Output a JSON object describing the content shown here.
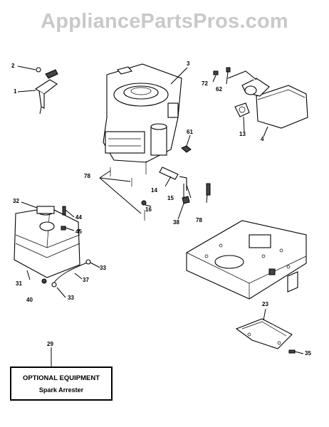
{
  "watermark": "AppliancePartsPros.com",
  "callouts": {
    "c1": "1",
    "c2": "2",
    "c3": "3",
    "c4": "4",
    "c13": "13",
    "c14": "14",
    "c15": "15",
    "c16": "16",
    "c23": "23",
    "c29": "29",
    "c31": "31",
    "c32": "32",
    "c33a": "33",
    "c33b": "33",
    "c35": "35",
    "c37": "37",
    "c38": "38",
    "c40": "40",
    "c44": "44",
    "c45": "45",
    "c61": "61",
    "c62": "62",
    "c72": "72",
    "c78a": "78",
    "c78b": "78"
  },
  "optional_box": {
    "title": "OPTIONAL EQUIPMENT",
    "subtitle": "Spark Arrester"
  }
}
